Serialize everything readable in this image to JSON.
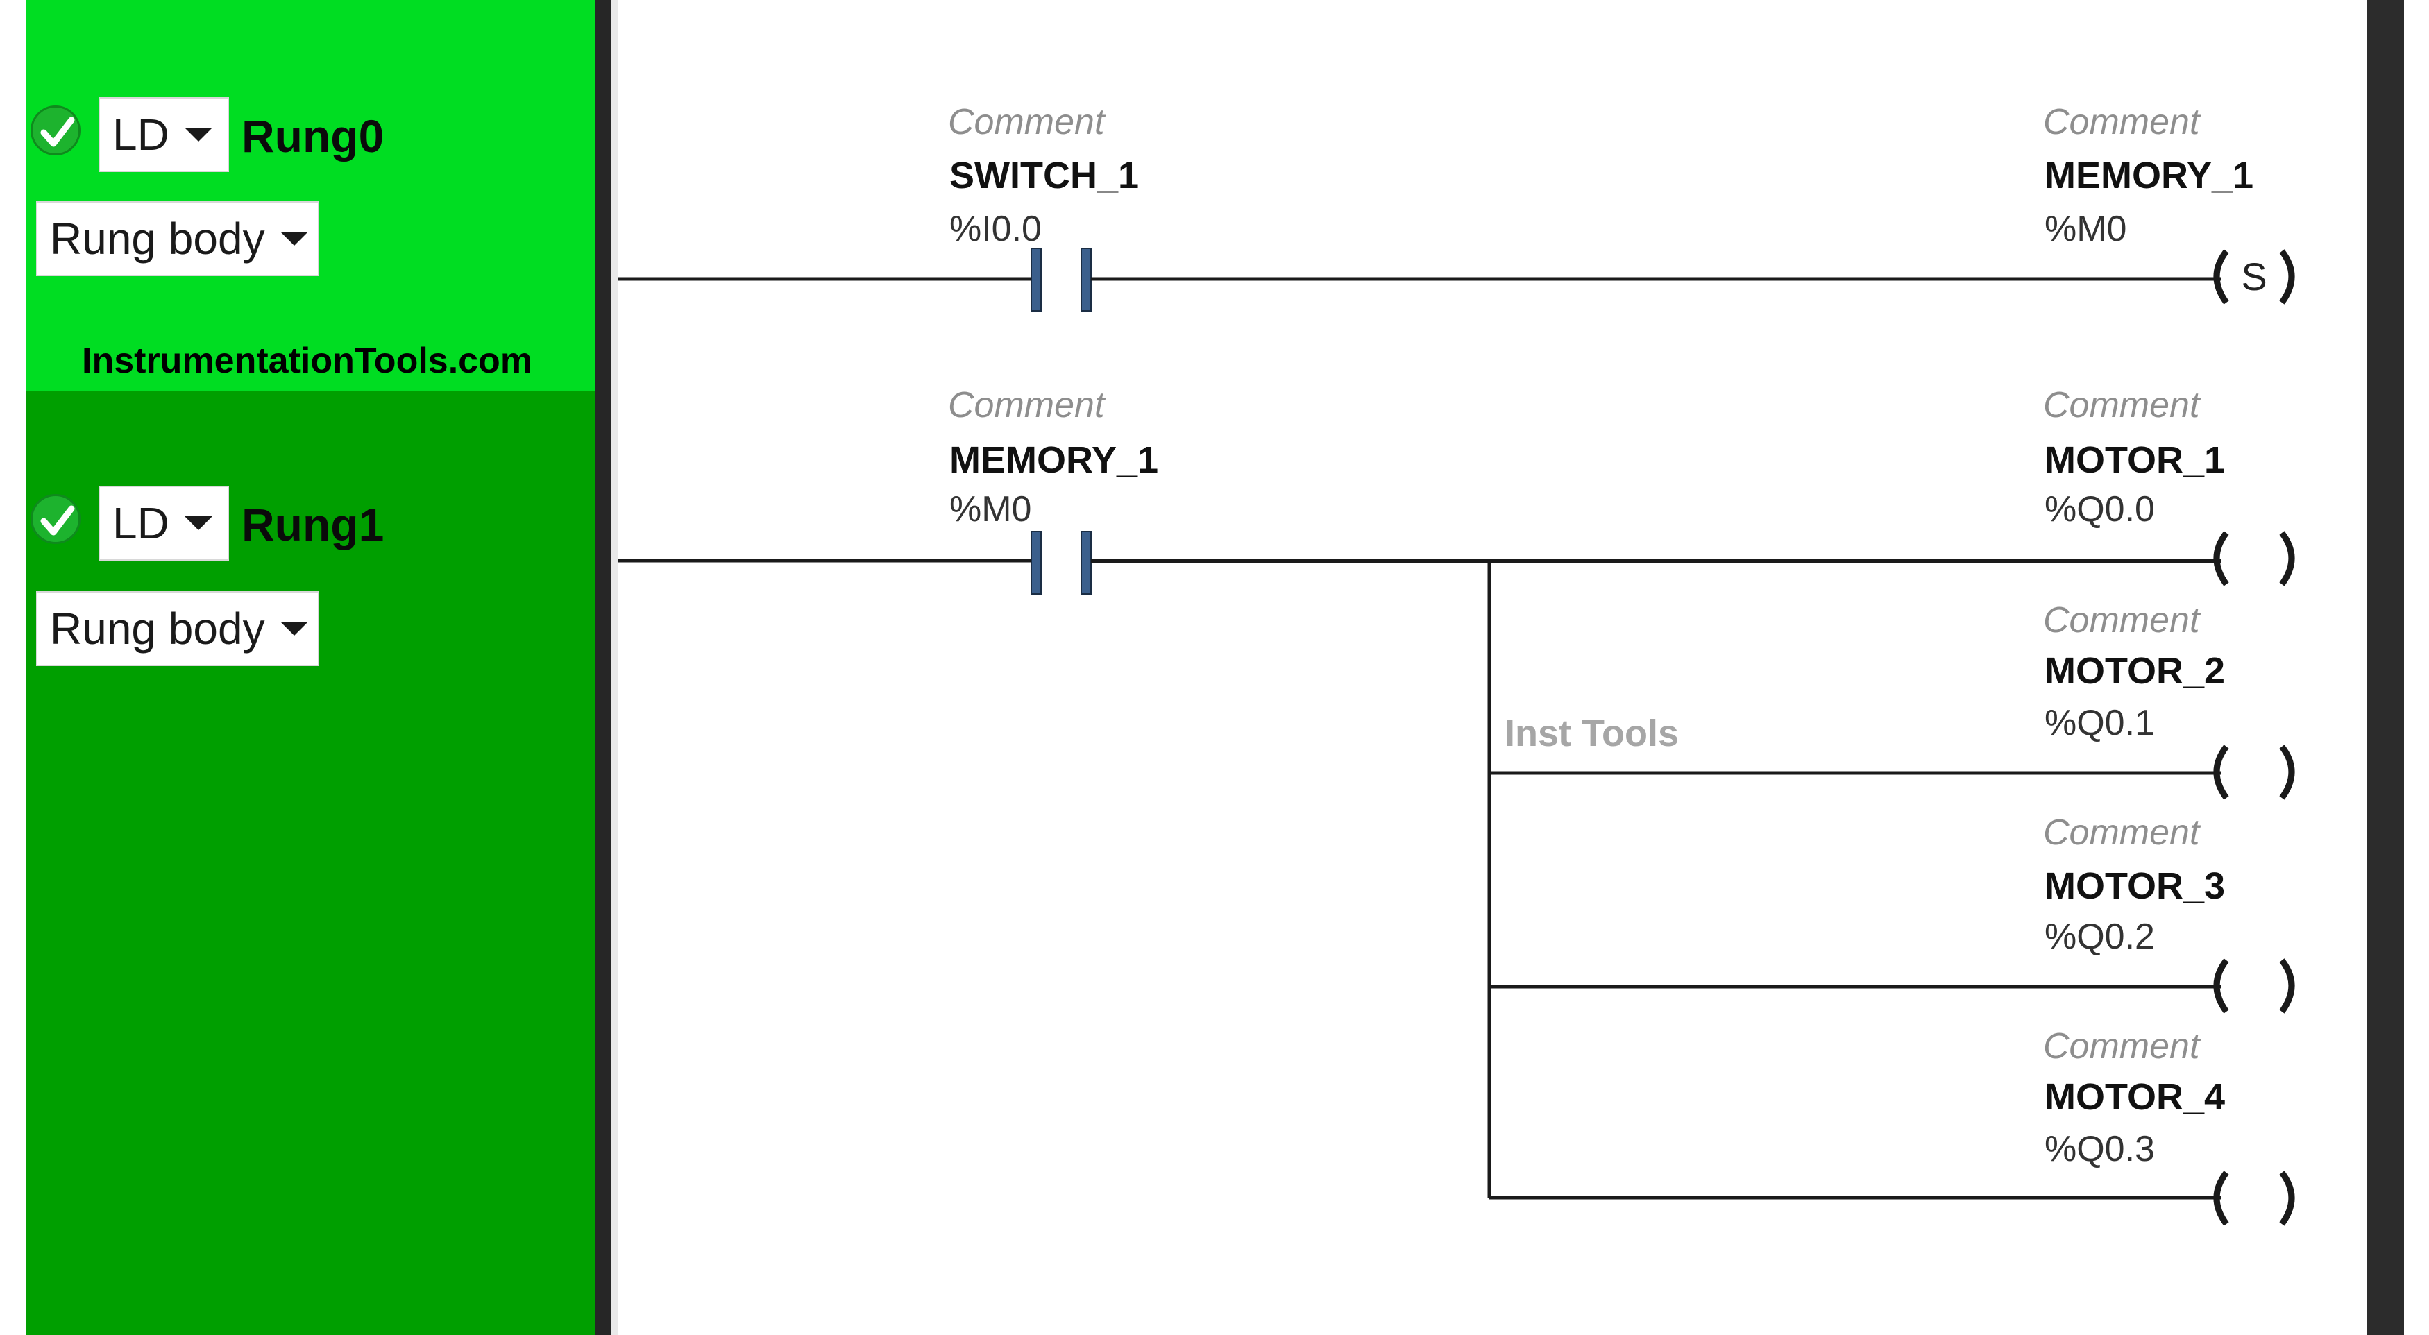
{
  "colors": {
    "rung0_bg": "#00dd22",
    "rung1_bg": "#009f00",
    "rail": "#1a1a1a",
    "contact": "#3b5f8c"
  },
  "sidebar": {
    "watermark": "InstrumentationTools.com",
    "rungs": [
      {
        "status_icon": "check-icon",
        "language": "LD",
        "name": "Rung0",
        "section": "Rung body"
      },
      {
        "status_icon": "check-icon",
        "language": "LD",
        "name": "Rung1",
        "section": "Rung body"
      }
    ]
  },
  "ladder": {
    "watermark": "Inst Tools",
    "rung0": {
      "contact": {
        "comment": "Comment",
        "variable": "SWITCH_1",
        "address": "%I0.0"
      },
      "coil": {
        "comment": "Comment",
        "variable": "MEMORY_1",
        "address": "%M0",
        "type_symbol": "S"
      }
    },
    "rung1": {
      "contact": {
        "comment": "Comment",
        "variable": "MEMORY_1",
        "address": "%M0"
      },
      "coils": [
        {
          "comment": "Comment",
          "variable": "MOTOR_1",
          "address": "%Q0.0"
        },
        {
          "comment": "Comment",
          "variable": "MOTOR_2",
          "address": "%Q0.1"
        },
        {
          "comment": "Comment",
          "variable": "MOTOR_3",
          "address": "%Q0.2"
        },
        {
          "comment": "Comment",
          "variable": "MOTOR_4",
          "address": "%Q0.3"
        }
      ]
    }
  }
}
